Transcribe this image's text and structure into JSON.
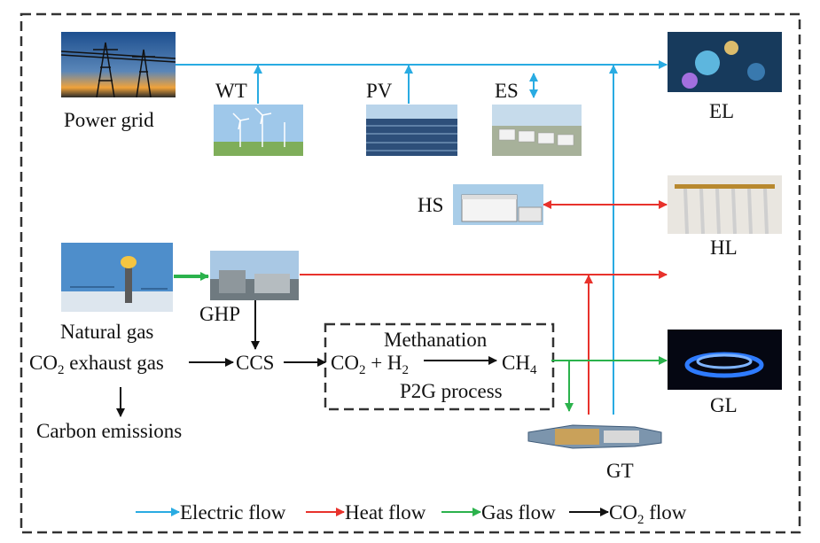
{
  "nodes": {
    "power_grid": "Power grid",
    "wt": "WT",
    "pv": "PV",
    "es": "ES",
    "el": "EL",
    "hs": "HS",
    "hl": "HL",
    "natural_gas": "Natural gas",
    "ghp": "GHP",
    "co2_exhaust_prefix": "CO",
    "co2_exhaust_sub": "2",
    "co2_exhaust_suffix": " exhaust gas",
    "ccs": "CCS",
    "methanation": "Methanation",
    "p2g_co2": "CO",
    "p2g_co2_sub": "2",
    "p2g_plus_h": " + H",
    "p2g_h_sub": "2",
    "p2g_ch": "CH",
    "p2g_ch_sub": "4",
    "p2g_process": "P2G process",
    "gl": "GL",
    "carbon_emissions": "Carbon emissions",
    "gt": "GT"
  },
  "legend": {
    "electric": "Electric flow",
    "heat": "Heat flow",
    "gas": "Gas flow",
    "co2_prefix": "CO",
    "co2_sub": "2",
    "co2_suffix": " flow"
  },
  "colors": {
    "electric": "#29abe2",
    "heat": "#e8322c",
    "gas": "#2bb24c",
    "co2": "#111111",
    "border": "#333333"
  }
}
